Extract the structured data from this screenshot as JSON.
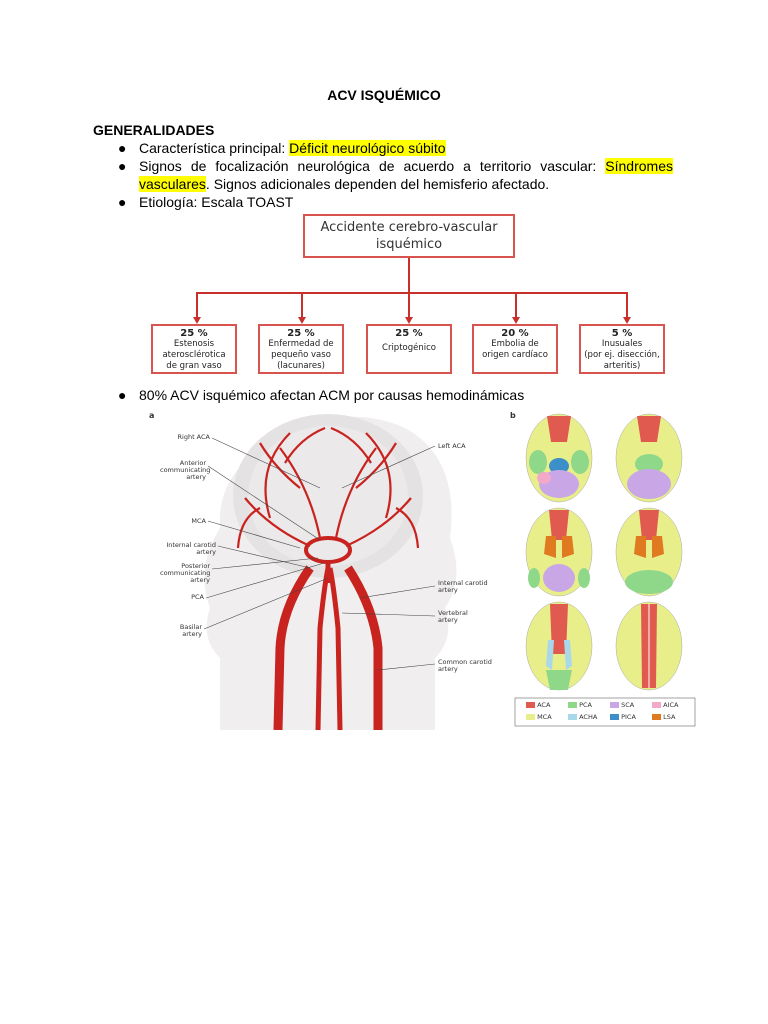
{
  "title": "ACV ISQUÉMICO",
  "section": "GENERALIDADES",
  "bullets": {
    "b1_pre": "Característica principal: ",
    "b1_hl": "Déficit neurológico súbito",
    "b2_pre": "Signos de focalización neurológica de acuerdo a territorio vascular: ",
    "b2_hl": "Síndromes vasculares",
    "b2_post": ". Signos adicionales dependen del hemisferio afectado.",
    "b3": "Etiología: Escala TOAST",
    "b4": "80% ACV isquémico afectan ACM por causas hemodinámicas"
  },
  "toast": {
    "title_l1": "Accidente cerebro-vascular",
    "title_l2": "isquémico",
    "boxes": [
      {
        "pct": "25 %",
        "l1": "Estenosis",
        "l2": "aterosclérotica",
        "l3": "de gran vaso"
      },
      {
        "pct": "25 %",
        "l1": "Enfermedad de",
        "l2": "pequeño vaso",
        "l3": "(lacunares)"
      },
      {
        "pct": "25 %",
        "l1": "Criptogénico",
        "l2": "",
        "l3": ""
      },
      {
        "pct": "20 %",
        "l1": "Embolia de",
        "l2": "origen cardíaco",
        "l3": ""
      },
      {
        "pct": "5 %",
        "l1": "Inusuales",
        "l2": "(por ej. disección,",
        "l3": "arteritis)"
      }
    ]
  },
  "figure_a": {
    "panel": "a",
    "labels": {
      "right_aca": "Right ACA",
      "acomm_1": "Anterior",
      "acomm_2": "communicating",
      "acomm_3": "artery",
      "mca": "MCA",
      "ica_left": "Internal carotid",
      "ica_left_2": "artery",
      "pcomm_1": "Posterior",
      "pcomm_2": "communicating",
      "pcomm_3": "artery",
      "pca": "PCA",
      "basilar_1": "Basilar",
      "basilar_2": "artery",
      "left_aca": "Left ACA",
      "ica_right_1": "Internal carotid",
      "ica_right_2": "artery",
      "vertebral_1": "Vertebral",
      "vertebral_2": "artery",
      "cca_1": "Common carotid",
      "cca_2": "artery"
    }
  },
  "figure_b": {
    "panel": "b",
    "legend": [
      {
        "label": "ACA",
        "color": "#e05a50"
      },
      {
        "label": "PCA",
        "color": "#8fd88a"
      },
      {
        "label": "SCA",
        "color": "#c9a6e6"
      },
      {
        "label": "AICA",
        "color": "#f2a8c8"
      },
      {
        "label": "MCA",
        "color": "#e8ef8a"
      },
      {
        "label": "ACHA",
        "color": "#a8d8ea"
      },
      {
        "label": "PICA",
        "color": "#3c8fc8"
      },
      {
        "label": "LSA",
        "color": "#e07a20"
      }
    ]
  }
}
